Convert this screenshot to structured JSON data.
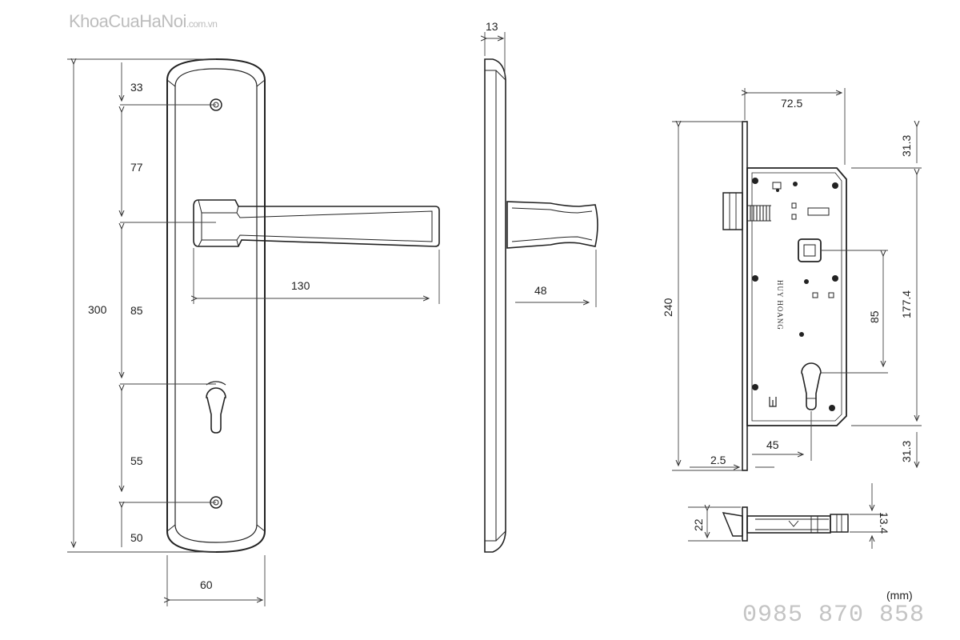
{
  "watermark": {
    "brand": "KhoaCuaHaNoi",
    "domain": ".com.vn",
    "phone": "0985 870 858"
  },
  "units": "(mm)",
  "front_view": {
    "height_total": "300",
    "hole_top_offset": "33",
    "hole_to_lever": "77",
    "lever_to_key": "85",
    "key_to_hole": "55",
    "bottom_offset": "50",
    "plate_width": "60",
    "lever_length": "130"
  },
  "side_view": {
    "plate_thickness": "13",
    "lever_projection": "48"
  },
  "mortise_body": {
    "body_depth": "72.5",
    "height": "240",
    "top_offset": "31.3",
    "bottom_offset": "31.3",
    "case_height": "177.4",
    "center_distance": "85",
    "backset": "45",
    "faceplate_thickness": "2.5",
    "brand_mark": "HUY HOANG"
  },
  "mortise_top_view": {
    "width": "22",
    "depth": "13.4"
  }
}
